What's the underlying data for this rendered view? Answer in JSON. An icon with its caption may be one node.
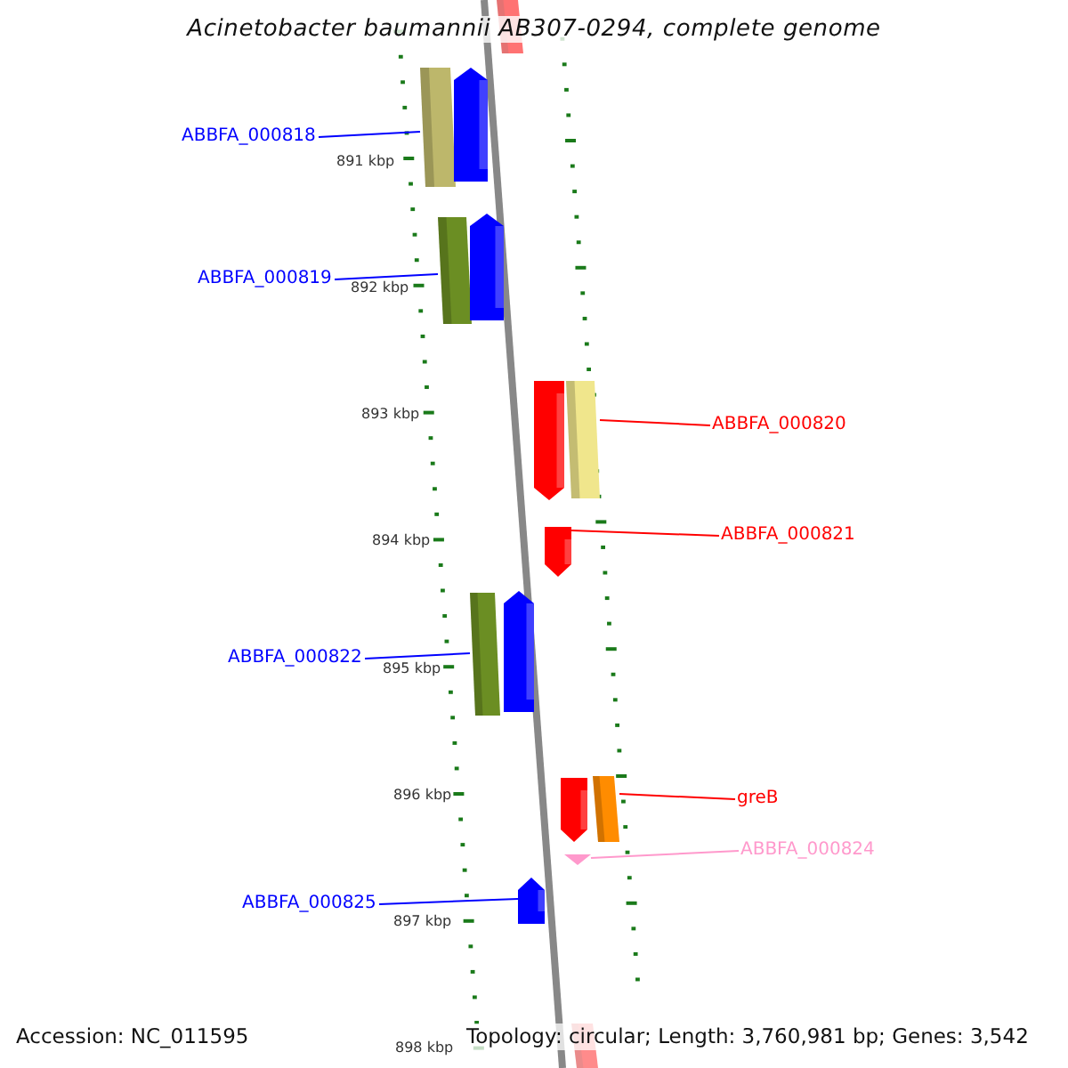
{
  "diagram": {
    "title": "Acinetobacter baumannii AB307-0294, complete genome",
    "nodes": [
      {
        "text": [],
        "shape": "bar"
      },
      {
        "text": [
          "ABBFA_000818"
        ]
      },
      {
        "text": [],
        "shape": "bar"
      },
      {
        "text": [],
        "shape": "pentagon"
      },
      {
        "text": [
          "ABBFA_000819"
        ]
      },
      {
        "text": [],
        "shape": "bar"
      },
      {
        "text": [],
        "shape": "pentagon"
      },
      {
        "text": [],
        "shape": "pentagon"
      },
      {
        "text": [],
        "shape": "bar"
      },
      {
        "text": [
          "ABBFA_000820"
        ]
      },
      {
        "text": [],
        "shape": "pentagon"
      },
      {
        "text": [
          "ABBFA_000821"
        ]
      },
      {
        "text": [
          "ABBFA_000822"
        ]
      },
      {
        "text": [],
        "shape": "bar"
      },
      {
        "text": [],
        "shape": "pentagon"
      },
      {
        "text": [],
        "shape": "pentagon"
      },
      {
        "text": [],
        "shape": "bar"
      },
      {
        "text": [
          "greB"
        ]
      },
      {
        "text": [],
        "shape": "triangle"
      },
      {
        "text": [
          "ABBFA_000824"
        ]
      },
      {
        "text": [
          "ABBFA_000825"
        ]
      },
      {
        "text": [],
        "shape": "pentagon"
      },
      {
        "text": [],
        "shape": "bar"
      }
    ],
    "edges": [
      {
        "from": 1,
        "to": 2,
        "arrow": "none"
      },
      {
        "from": 4,
        "to": 5,
        "arrow": "none"
      },
      {
        "from": 9,
        "to": 8,
        "arrow": "none",
        "color": "#ff0000"
      },
      {
        "from": 11,
        "to": 10,
        "arrow": "none",
        "color": "#ff0000"
      },
      {
        "from": 12,
        "to": 13,
        "arrow": "none"
      },
      {
        "from": 17,
        "to": 16,
        "arrow": "none",
        "color": "#ff0000"
      },
      {
        "from": 19,
        "to": 18,
        "arrow": "none",
        "color": "#ff99cc"
      },
      {
        "from": 20,
        "to": 21,
        "arrow": "none"
      }
    ],
    "labels": [
      "891 kbp",
      "892 kbp",
      "893 kbp",
      "894 kbp",
      "895 kbp",
      "896 kbp",
      "897 kbp",
      "898 kbp",
      "Accession: NC_011595",
      "Topology: circular; Length: 3,760,981 bp; Genes: 3,542"
    ]
  }
}
